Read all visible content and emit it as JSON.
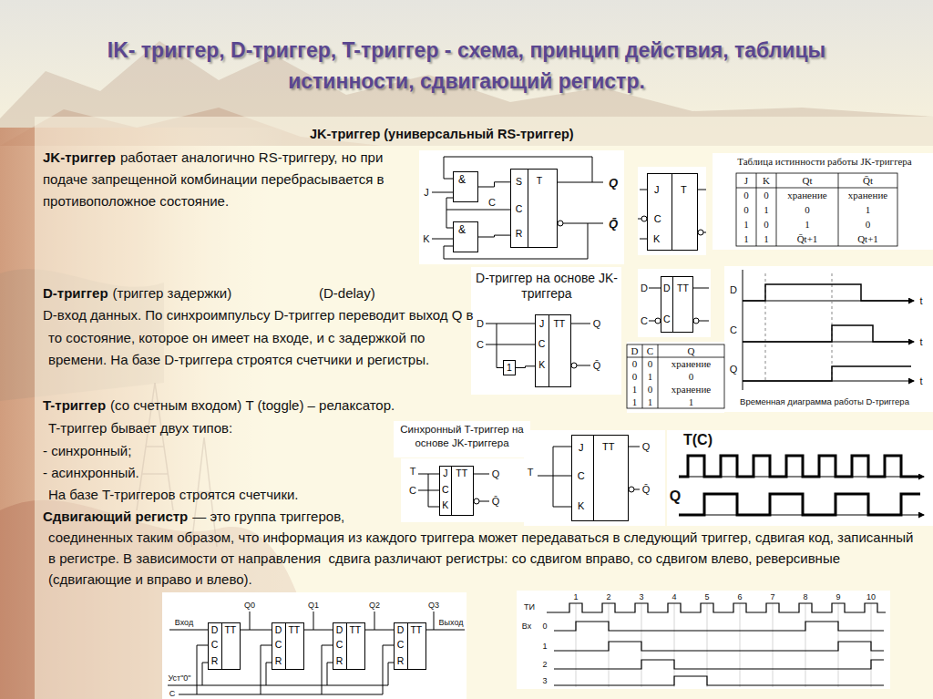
{
  "diagram": {
    "title": "IK- триггер, D-триггер, T-триггер - схема, принцип действия, таблицы истинности, сдвигающий регистр.",
    "nodes": [
      {
        "text": [
          "&"
        ]
      },
      {
        "text": [
          "&"
        ]
      },
      {
        "text": [
          "S",
          "T",
          "C",
          "R"
        ]
      },
      {
        "text": [
          "J",
          "T",
          "C",
          "K"
        ]
      },
      {
        "text": [
          "J",
          "TT",
          "C",
          "K"
        ]
      },
      {
        "text": [
          "1"
        ]
      },
      {
        "text": [
          "D",
          "TT",
          "C"
        ]
      },
      {
        "text": [
          "J",
          "TT",
          "C",
          "K"
        ]
      },
      {
        "text": [
          "J",
          "TT",
          "C",
          "K"
        ]
      },
      {
        "text": [
          "D",
          "TT",
          "C",
          "R"
        ]
      },
      {
        "text": [
          "D",
          "TT",
          "C",
          "R"
        ]
      },
      {
        "text": [
          "D",
          "TT",
          "C",
          "R"
        ]
      },
      {
        "text": [
          "D",
          "TT",
          "C",
          "R"
        ]
      }
    ],
    "edges": [
      {
        "from": 0,
        "to": 2,
        "arrow": "none"
      },
      {
        "from": 1,
        "to": 2,
        "arrow": "none"
      },
      {
        "from": 5,
        "to": 4,
        "arrow": "none"
      },
      {
        "from": 9,
        "to": 10,
        "arrow": "none"
      },
      {
        "from": 10,
        "to": 11,
        "arrow": "none"
      },
      {
        "from": 11,
        "to": 12,
        "arrow": "none"
      }
    ],
    "labels": [
      "JK-триггер (универсальный RS-триггер)",
      "JK-триггер",
      "работает аналогично RS-триггеру, но при подаче запрещенной комбинации перебрасывается в противоположное состояние.",
      "J",
      "K",
      "C",
      "Q",
      "Q̄",
      "Таблица истинности работы JK-триггера",
      "J",
      "K",
      "Qt",
      "Q̄t",
      "0",
      "0",
      "хранение",
      "хранение",
      "0",
      "1",
      "0",
      "1",
      "1",
      "0",
      "1",
      "0",
      "1",
      "1",
      "Q̄t+1",
      "Qt+1",
      "D-триггер",
      "(триггер задержки)",
      "(D-delay)",
      "D-вход данных. По синхроимпульсу D-триггер переводит выход Q в то состояние, которое он имеет на входе, и с задержкой по времени. На базе D-триггера строятся счетчики и регистры.",
      "D-триггер на основе JK-триггера",
      "D",
      "C",
      "Q",
      "Q̄",
      "D",
      "C",
      "D",
      "C",
      "Q",
      "0",
      "0",
      "хранение",
      "0",
      "1",
      "0",
      "1",
      "0",
      "хранение",
      "1",
      "1",
      "1",
      "D",
      "C",
      "Q",
      "t",
      "t",
      "t",
      "Временная диаграмма работы D-триггера",
      "T-триггер",
      "(со счетным входом) T (toggle) – релаксатор.",
      "T-триггер бывает двух типов:",
      "- синхронный;",
      "- асинхронный.",
      "На базе T-триггеров строятся счетчики.",
      "Синхронный T-триггер на основе JK-триггера",
      "T",
      "C",
      "Q",
      "Q̄",
      "T",
      "Q",
      "Q̄",
      "T(C)",
      "Q",
      "Сдвигающий регистр",
      "— это группа триггеров, соединенных таким образом, что информация из каждого триггера может передаваться в следующий триггер, сдвигая код, записанный в регистре. В зависимости от направления  сдвига различают регистры: со сдвигом вправо, со сдвигом влево, реверсивные (сдвигающие и вправо и влево).",
      "Вход",
      "Q0",
      "Q1",
      "Q2",
      "Q3",
      "Выход",
      "Уст\"0\"",
      "C",
      "ТИ",
      "1",
      "2",
      "3",
      "4",
      "5",
      "6",
      "7",
      "8",
      "9",
      "10",
      "Вх",
      "0",
      "1",
      "2",
      "3"
    ]
  }
}
